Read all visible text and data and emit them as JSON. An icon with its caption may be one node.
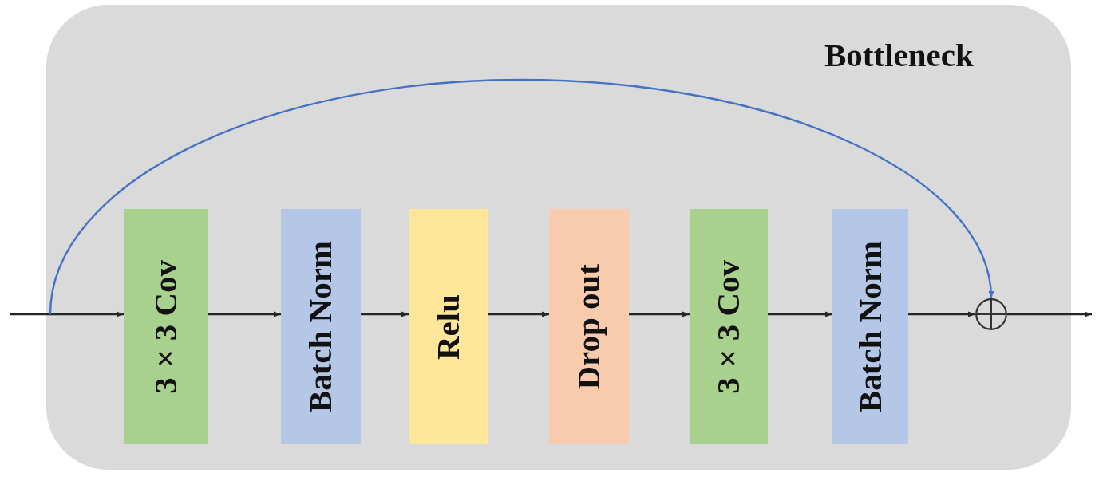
{
  "diagram": {
    "nodes": [
      {
        "text": [
          "Bottleneck"
        ]
      },
      {
        "text": [
          "3×3 Cov"
        ],
        "in": 0
      },
      {
        "text": [
          "Batch Norm"
        ],
        "in": 0
      },
      {
        "text": [
          "Relu"
        ],
        "in": 0
      },
      {
        "text": [
          "Drop out"
        ],
        "in": 0
      },
      {
        "text": [
          "3×3 Cov"
        ],
        "in": 0
      },
      {
        "text": [
          "Batch Norm"
        ],
        "in": 0
      },
      {
        "text": [],
        "shape": "circle",
        "in": 0
      }
    ],
    "edges": [
      {
        "from": null,
        "to": 1,
        "arrow": "to"
      },
      {
        "from": 1,
        "to": 2,
        "arrow": "to"
      },
      {
        "from": 2,
        "to": 3,
        "arrow": "to"
      },
      {
        "from": 3,
        "to": 4,
        "arrow": "to"
      },
      {
        "from": 4,
        "to": 5,
        "arrow": "to"
      },
      {
        "from": 5,
        "to": 6,
        "arrow": "to"
      },
      {
        "from": 6,
        "to": 7,
        "arrow": "to"
      },
      {
        "from": 7,
        "to": null,
        "arrow": "to"
      },
      {
        "from": null,
        "to": 7,
        "arrow": "to",
        "color": "#4472c4"
      }
    ]
  }
}
